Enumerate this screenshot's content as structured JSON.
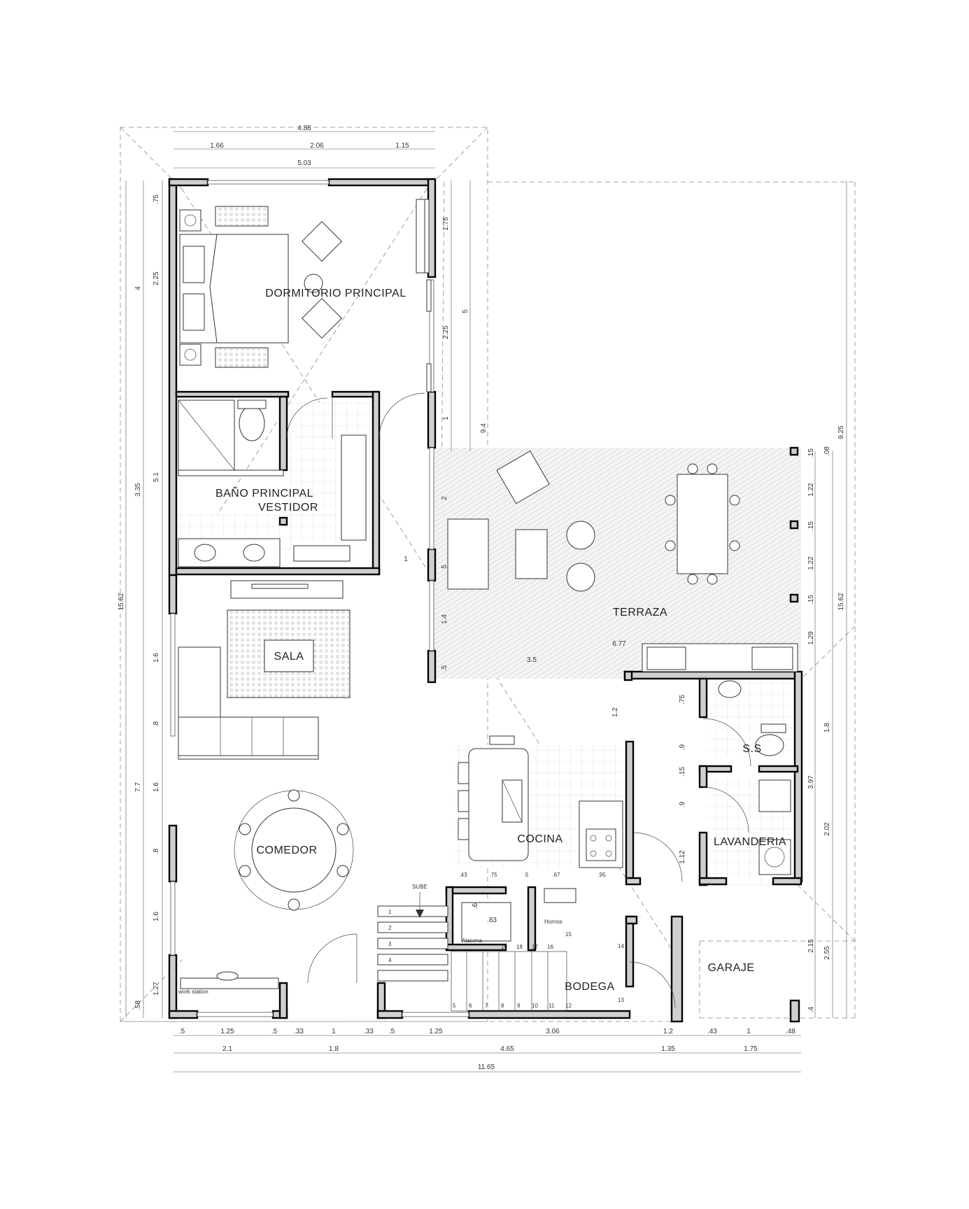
{
  "rooms": {
    "dormitorio": "DORMITORIO PRINCIPAL",
    "bano": "BAÑO PRINCIPAL",
    "vestidor": "VESTIDOR",
    "terraza": "TERRAZA",
    "sala": "SALA",
    "comedor": "COMEDOR",
    "cocina": "COCINA",
    "ss": "S.S",
    "lavanderia": "LAVANDERIA",
    "garaje": "GARAJE",
    "bodega": "BODEGA"
  },
  "labels": {
    "sube": "SUBE",
    "alacena": "Alacena",
    "hornos": "Hornos",
    "workstation": "work station"
  },
  "dims": {
    "top_total": "4.88",
    "top_a": "1.66",
    "top_b": "2.06",
    "top_c": "1.15",
    "top_d": "5.03",
    "bot_1": ".5",
    "bot_2": "1.25",
    "bot_3": ".5",
    "bot_4": ".33",
    "bot_5": "1",
    "bot_6": ".33",
    "bot_7": ".5",
    "bot_8": "1.25",
    "bot_9": "3.06",
    "bot_10": "1.2",
    "bot_11": ".43",
    "bot_12": "1",
    "bot_13": ".48",
    "bot_r2_1": "2.1",
    "bot_r2_2": "1.8",
    "bot_r2_3": "4.65",
    "bot_r2_4": "1.35",
    "bot_r2_5": "1.75",
    "bot_total": "11.65",
    "left_1": ".75",
    "left_2": "2.25",
    "left_3": "4",
    "left_4": "5.1",
    "left_5": "3.35",
    "left_6": "15.62",
    "left_7": "1.6",
    "left_8": ".8",
    "left_9": "1.6",
    "left_10": "7.7",
    "left_11": ".8",
    "left_12": "1.6",
    "left_13": "1.27",
    "left_14": ".58",
    "mid_1": "1.75",
    "mid_2": "2.25",
    "mid_3": "1",
    "mid_4": "5",
    "mid_5": "9.4",
    "ter_1": "2",
    "ter_2": "1",
    "ter_3": "5",
    "ter_4": "1.4",
    "ter_5": ".5",
    "ter_6": "6.77",
    "ter_7": "3.5",
    "r_1": ".15",
    "r_2": ".08",
    "r_3": "9.25",
    "r_4": "1.22",
    "r_5": ".15",
    "r_6": "1.22",
    "r_7": ".15",
    "r_8": "15.62",
    "r_9": "1.29",
    "r_10": "1.8",
    "r_11": "3.97",
    "r_12": "2.02",
    "r_13": "2.15",
    "r_14": "2.55",
    "r_15": ".4",
    "k_1": ".75",
    "k_2": ".9",
    "k_3": ".15",
    "k_4": ".9",
    "k_5": "1.12",
    "k_6": "1.2",
    "c_1": ".43",
    "c_2": ".75",
    "c_3": ".5",
    "c_4": ".67",
    "c_5": ".95",
    "c_6": ".6",
    "c_7": ".83"
  },
  "steps": [
    "1",
    "2",
    "3",
    "4",
    "5",
    "6",
    "7",
    "8",
    "9",
    "10",
    "11",
    "12",
    "13",
    "14",
    "15",
    "16",
    "17",
    "18",
    "19"
  ]
}
